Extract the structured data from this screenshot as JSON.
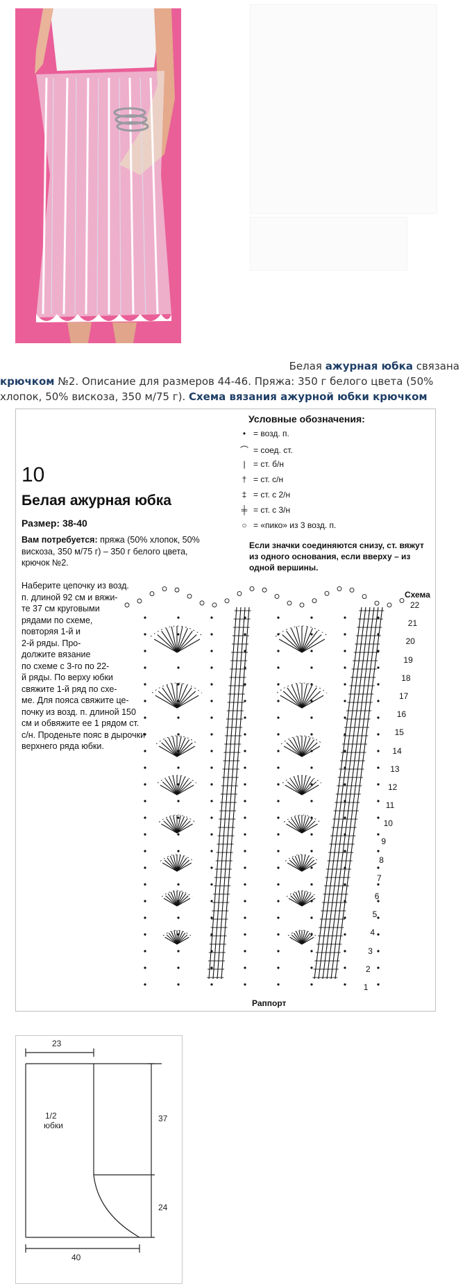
{
  "caption": {
    "line1_plain": "Белая ",
    "line1_bold": "ажурная юбка",
    "line1_rest": " связана",
    "line2_bold": "крючком",
    "line2_rest": " №2. Описание для размеров 44-46. Пряжа: 350 г белого цвета (50% хлопок, 50% вискоза, 350 м/75 г). ",
    "line2_link": "Схема вязания ажурной юбки крючком"
  },
  "scheme": {
    "number": "10",
    "title": "Белая ажурная юбка",
    "size": "Размер: 38-40",
    "needed_label": "Вам потребуется:",
    "needed_lines": [
      " пряжа (50% хлопок, 50%",
      "вискоза, 350 м/75 г) – 350 г белого цвета,",
      "крючок №2."
    ],
    "instructions": [
      "Наберите цепочку из возд.",
      "п. длиной 92 см и вяжи-",
      "те 37 см круговыми",
      "рядами по схеме,",
      "повторяя 1-й и",
      "2-й ряды. Про-",
      "должите вязание",
      "по схеме с 3-го по 22-",
      "й ряды. По верху юбки",
      "свяжите 1-й ряд по схе-",
      "ме. Для пояса свяжите це-",
      "почку из возд. п. длиной 150",
      "см и обвяжите ее 1 рядом ст.",
      "с/н. Проденьте пояс в дырочки",
      "верхнего ряда юбки."
    ],
    "legend_title": "Условные обозначения:",
    "legend": [
      {
        "sym": "•",
        "text": "= возд. п."
      },
      {
        "sym": "⌒",
        "text": "= соед. ст."
      },
      {
        "sym": "|",
        "text": "= ст. б/н"
      },
      {
        "sym": "†",
        "text": "= ст. с/н"
      },
      {
        "sym": "‡",
        "text": "= ст. с 2/н"
      },
      {
        "sym": "╪",
        "text": "= ст. с 3/н"
      },
      {
        "sym": "○",
        "text": "= «пико» из 3 возд. п."
      }
    ],
    "legend_note": "Если значки соединяются снизу, ст. вяжут из одного основания, если вверху – из одной вершины.",
    "chart_label": "Схема",
    "repeat_label": "Раппорт",
    "row_numbers": [
      "22",
      "21",
      "20",
      "19",
      "18",
      "17",
      "16",
      "15",
      "14",
      "13",
      "12",
      "11",
      "10",
      "9",
      "8",
      "7",
      "6",
      "5",
      "4",
      "3",
      "2",
      "1"
    ]
  },
  "pattern": {
    "top_width": "23",
    "bottom_width": "40",
    "height_upper": "37",
    "height_lower": "24",
    "piece_label_1": "1/2",
    "piece_label_2": "юбки"
  },
  "colors": {
    "photo_bg": "#ea5f98",
    "link": "#1f3f66"
  }
}
